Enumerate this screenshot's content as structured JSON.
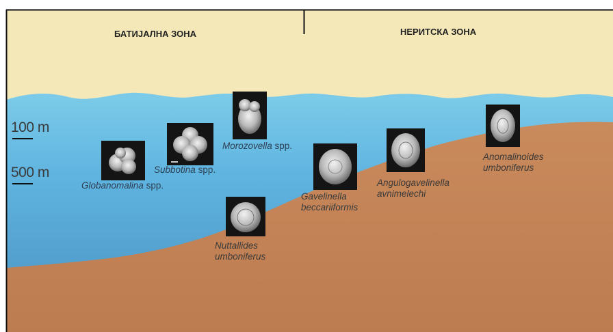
{
  "zones": {
    "bathyal": "БАТИЈАЛНА ЗОНА",
    "neritic": "НЕРИТСКА ЗОНА"
  },
  "depths": {
    "d100": "100 m",
    "d500": "500 m"
  },
  "species": {
    "globanomalina": {
      "name": "Globanomalina",
      "suffix": " spp."
    },
    "subbotina": {
      "name": "Subbotina",
      "suffix": " spp."
    },
    "morozovella": {
      "name": "Morozovella",
      "suffix": " spp."
    },
    "nuttallides": {
      "line1": "Nuttallides",
      "line2": "umboniferus"
    },
    "gavelinella": {
      "line1": "Gavelinella",
      "line2": "beccariiformis"
    },
    "angulogavelinella": {
      "line1": "Angulogavelinella",
      "line2": "avnimelechi"
    },
    "anomalinoides": {
      "line1": "Anomalinoides",
      "line2": "umboniferus"
    }
  },
  "colors": {
    "sky": "#f4e8b8",
    "water_top": "#6fc3e6",
    "water_bottom": "#4b93c4",
    "sediment": "#c78758",
    "sediment_dark": "#b8774c",
    "frame": "#111111"
  }
}
